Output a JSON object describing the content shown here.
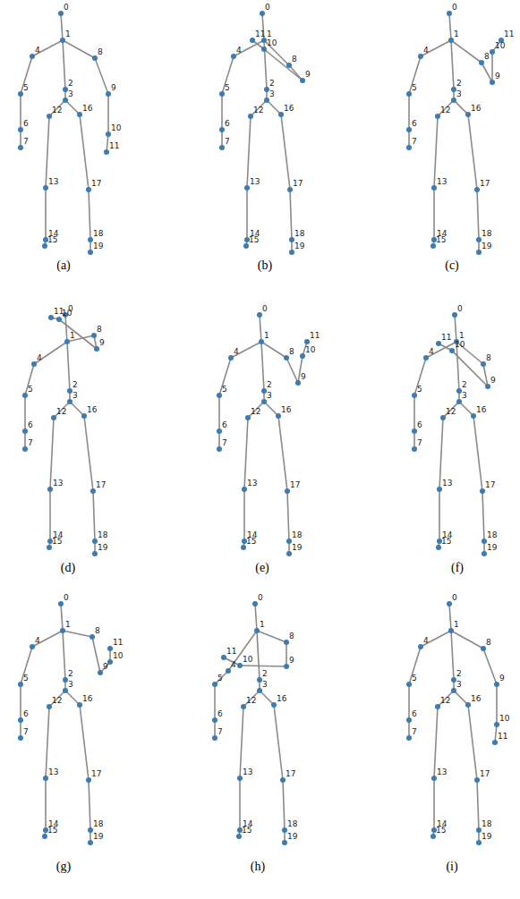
{
  "diagram": {
    "labels": [
      "0",
      "1",
      "2",
      "3",
      "4",
      "5",
      "6",
      "7",
      "8",
      "9",
      "10",
      "11",
      "12",
      "13",
      "14",
      "15",
      "16",
      "17",
      "18",
      "19",
      "(a)",
      "0",
      "1",
      "2",
      "3",
      "4",
      "5",
      "6",
      "7",
      "8",
      "9",
      "10",
      "11",
      "12",
      "13",
      "14",
      "15",
      "16",
      "17",
      "18",
      "19",
      "(b)",
      "0",
      "1",
      "2",
      "3",
      "4",
      "5",
      "6",
      "7",
      "8",
      "9",
      "10",
      "11",
      "12",
      "13",
      "14",
      "15",
      "16",
      "17",
      "18",
      "19",
      "(c)",
      "0",
      "1",
      "2",
      "3",
      "4",
      "5",
      "6",
      "7",
      "8",
      "9",
      "10",
      "11",
      "12",
      "13",
      "14",
      "15",
      "16",
      "17",
      "18",
      "19",
      "(d)",
      "0",
      "1",
      "2",
      "3",
      "4",
      "5",
      "6",
      "7",
      "8",
      "9",
      "10",
      "11",
      "12",
      "13",
      "14",
      "15",
      "16",
      "17",
      "18",
      "19",
      "(e)",
      "0",
      "1",
      "2",
      "3",
      "4",
      "5",
      "6",
      "7",
      "8",
      "9",
      "10",
      "11",
      "12",
      "13",
      "14",
      "15",
      "16",
      "17",
      "18",
      "19",
      "(f)",
      "0",
      "1",
      "2",
      "3",
      "4",
      "5",
      "6",
      "7",
      "8",
      "9",
      "10",
      "11",
      "12",
      "13",
      "14",
      "15",
      "16",
      "17",
      "18",
      "19",
      "(g)",
      "0",
      "1",
      "2",
      "3",
      "4",
      "5",
      "6",
      "7",
      "8",
      "9",
      "10",
      "11",
      "12",
      "13",
      "14",
      "15",
      "16",
      "17",
      "18",
      "19",
      "(h)",
      "0",
      "1",
      "2",
      "3",
      "4",
      "5",
      "6",
      "7",
      "8",
      "9",
      "10",
      "11",
      "12",
      "13",
      "14",
      "15",
      "16",
      "17",
      "18",
      "19",
      "(i)"
    ]
  }
}
